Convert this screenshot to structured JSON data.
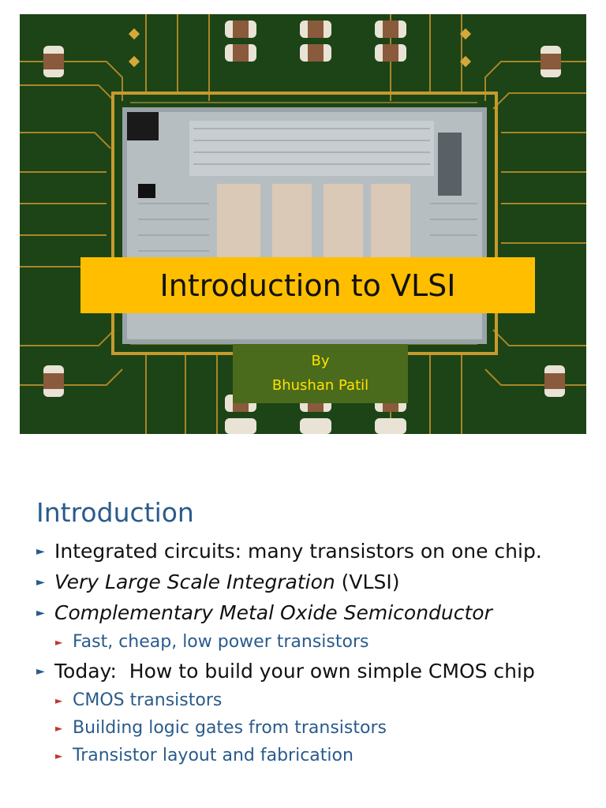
{
  "slide1": {
    "title": "Introduction to VLSI",
    "byline_by": "By",
    "byline_name": "Bhushan Patil",
    "colors": {
      "title_bar": "#ffbf00",
      "byline_bg": "#4a6a1c",
      "byline_text": "#ffe200",
      "board": "#183a12"
    }
  },
  "slide2": {
    "title": "Introduction",
    "bullets": [
      {
        "text": "Integrated circuits: many transistors on one chip."
      },
      {
        "italic": "Very Large Scale Integration",
        "suffix": " (VLSI)"
      },
      {
        "italic": "Complementary Metal Oxide Semiconductor"
      },
      {
        "sub": "Fast, cheap, low power transistors"
      },
      {
        "text": "Today:  How to build your own simple CMOS chip"
      },
      {
        "sub": "CMOS transistors"
      },
      {
        "sub": "Building logic gates from transistors"
      },
      {
        "sub": "Transistor layout and fabrication"
      }
    ],
    "colors": {
      "title": "#2a5b8c",
      "sub_text": "#2a5b8c",
      "sub_arrow": "#c0392b"
    }
  },
  "icons": [
    "bullet-arrow-icon",
    "sub-bullet-arrow-icon"
  ]
}
